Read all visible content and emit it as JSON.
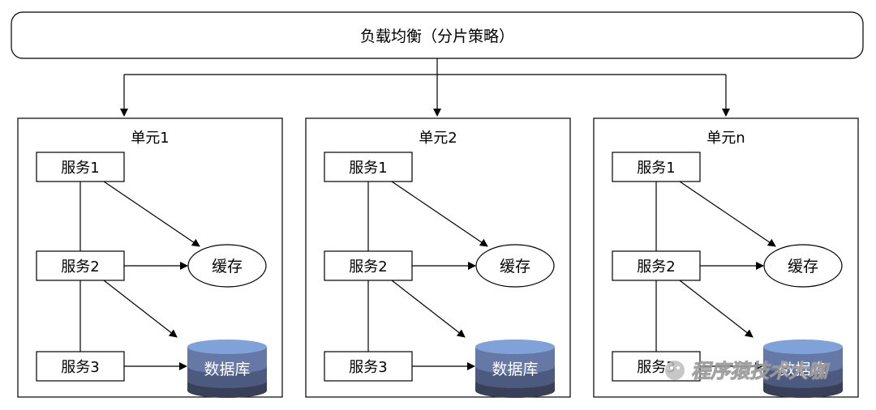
{
  "lb": {
    "label": "负载均衡（分片策略）"
  },
  "units": [
    {
      "title": "单元1",
      "services": [
        "服务1",
        "服务2",
        "服务3"
      ],
      "cache": "缓存",
      "db": "数据库"
    },
    {
      "title": "单元2",
      "services": [
        "服务1",
        "服务2",
        "服务3"
      ],
      "cache": "缓存",
      "db": "数据库"
    },
    {
      "title": "单元n",
      "services": [
        "服务1",
        "服务2",
        "服务3"
      ],
      "cache": "缓存",
      "db": "数据库"
    }
  ],
  "watermark": {
    "text": "程序猿技术大咖"
  },
  "colors": {
    "db_top": "#7fa2d8",
    "db_band1": "#6678a6",
    "db_band2": "#4d5a80",
    "db_band3": "#393f57"
  }
}
